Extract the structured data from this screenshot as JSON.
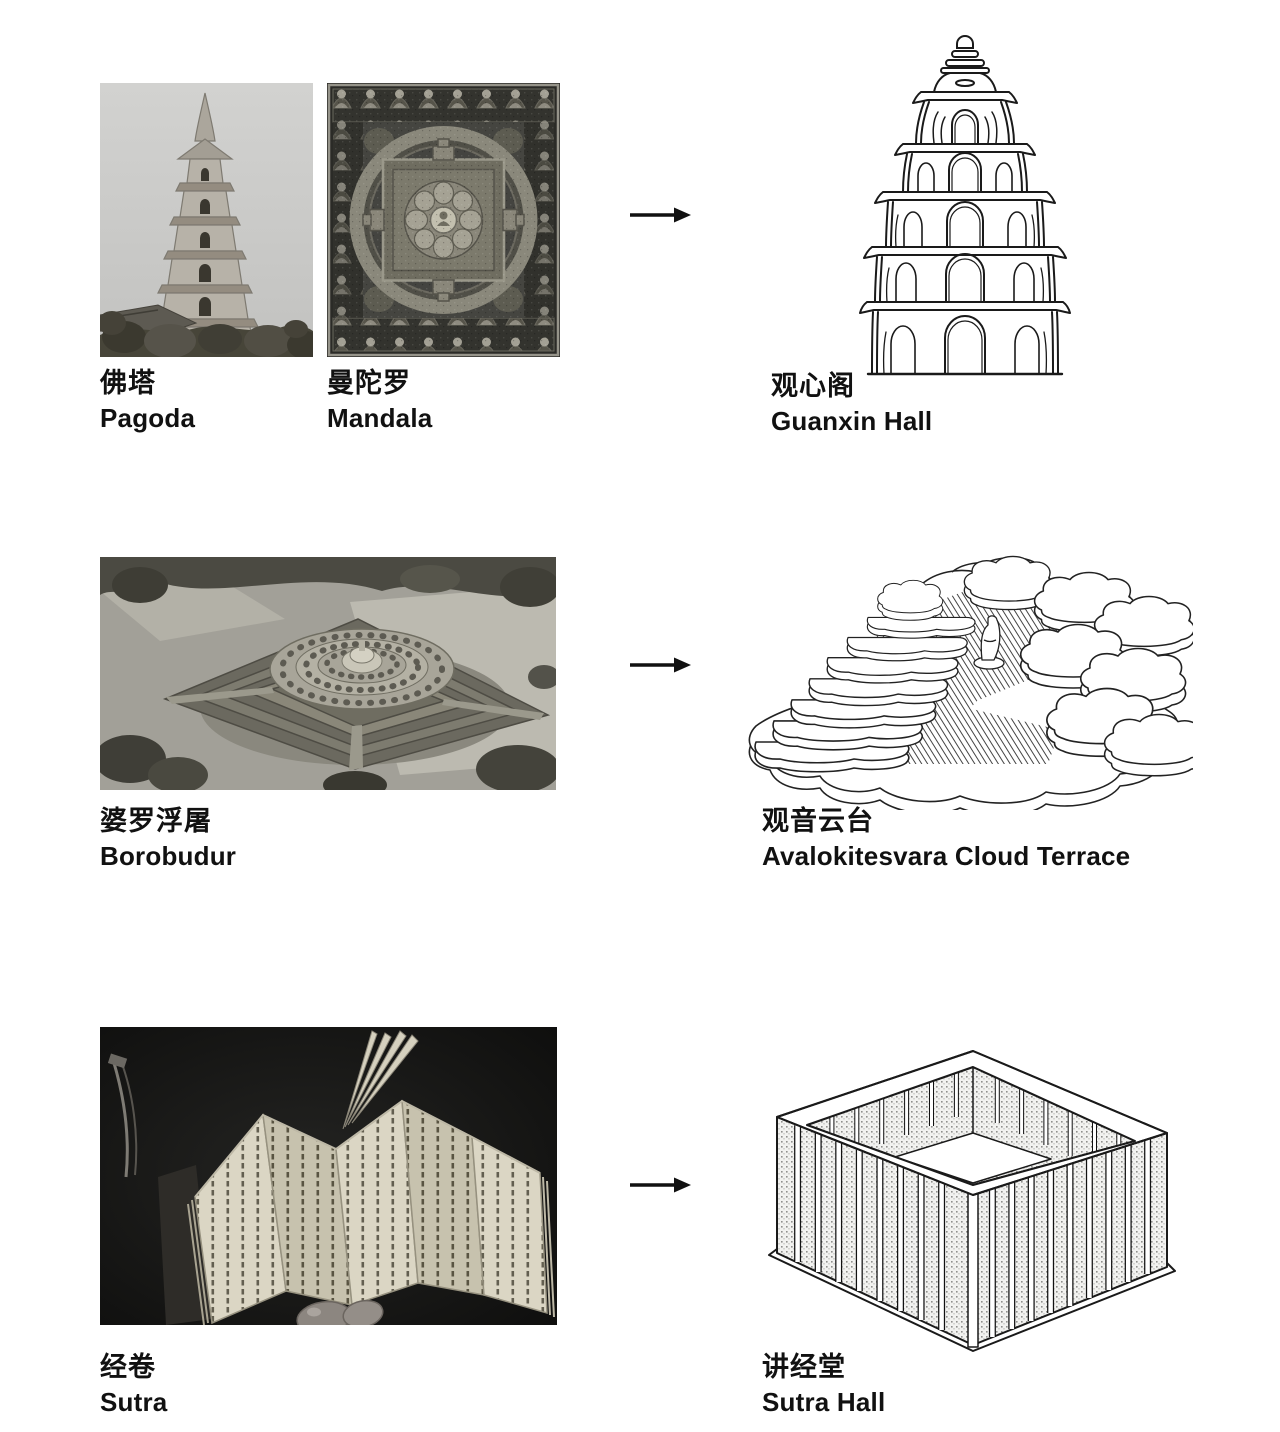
{
  "figure_groups": [
    {
      "sources": [
        {
          "label_zh": "佛塔",
          "label_en": "Pagoda",
          "figure": "pagoda-photo"
        },
        {
          "label_zh": "曼陀罗",
          "label_en": "Mandala",
          "figure": "mandala-photo"
        }
      ],
      "result": {
        "label_zh": "观心阁",
        "label_en": "Guanxin Hall",
        "figure": "guanxin-hall-drawing"
      }
    },
    {
      "sources": [
        {
          "label_zh": "婆罗浮屠",
          "label_en": "Borobudur",
          "figure": "borobudur-photo"
        }
      ],
      "result": {
        "label_zh": "观音云台",
        "label_en": "Avalokitesvara Cloud Terrace",
        "figure": "cloud-terrace-drawing"
      }
    },
    {
      "sources": [
        {
          "label_zh": "经卷",
          "label_en": "Sutra",
          "figure": "sutra-photo"
        }
      ],
      "result": {
        "label_zh": "讲经堂",
        "label_en": "Sutra Hall",
        "figure": "sutra-hall-drawing"
      }
    }
  ],
  "icons": {
    "arrow": "arrow-right"
  },
  "colors": {
    "text": "#111111",
    "line_art": "#1a1a1a",
    "background": "#ffffff"
  }
}
